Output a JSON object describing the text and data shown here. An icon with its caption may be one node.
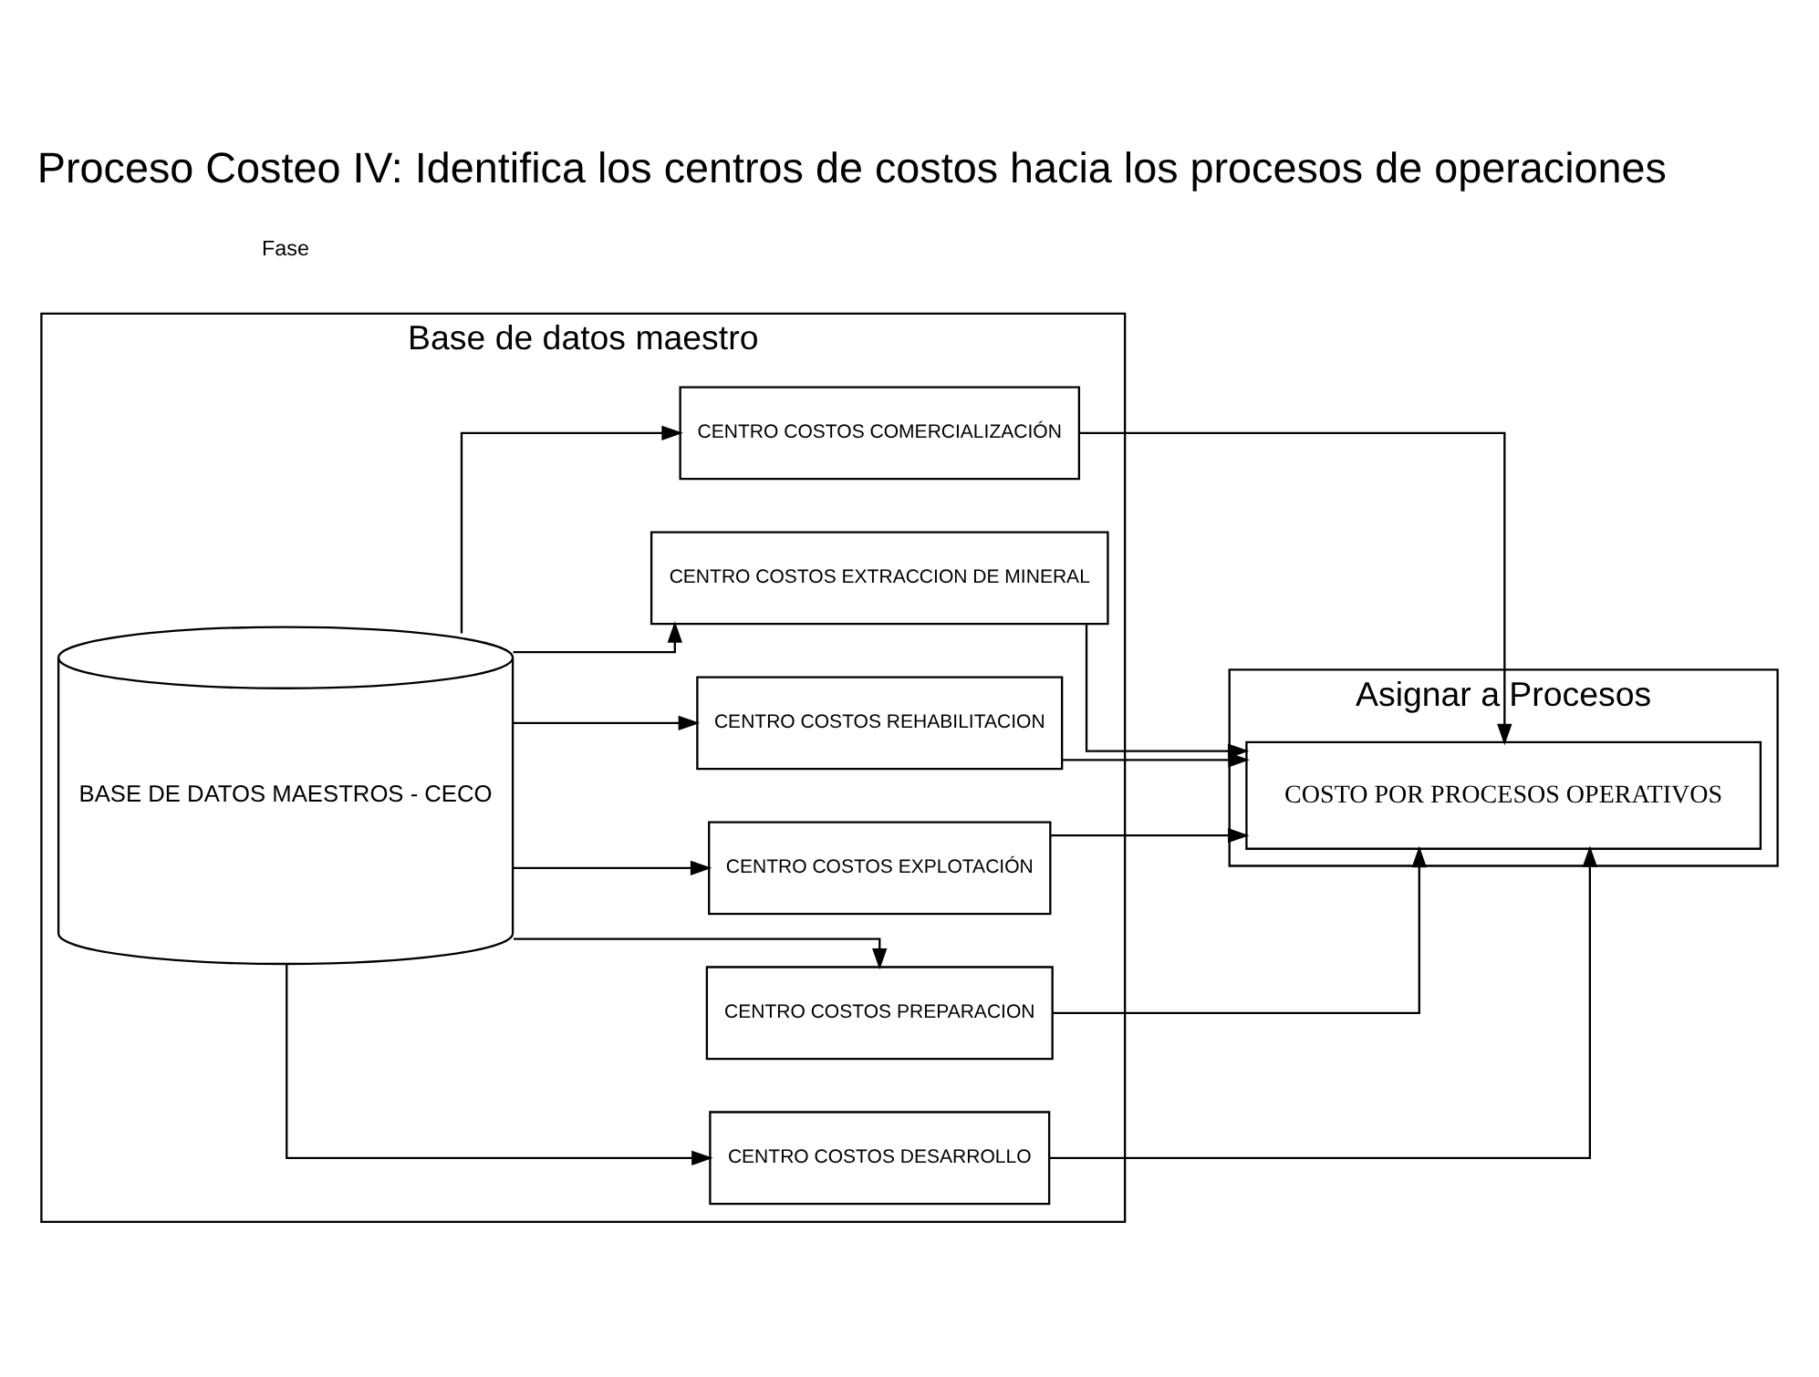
{
  "diagram": {
    "title": "Proceso Costeo IV: Identifica los centros de costos hacia los procesos de operaciones",
    "nodes": [
      {
        "text": [
          "Base de datos maestro"
        ]
      },
      {
        "text": [
          "Asignar a Procesos"
        ]
      },
      {
        "text": [
          "BASE DE DATOS MAESTROS - CECO"
        ],
        "in": 0
      },
      {
        "text": [
          "CENTRO COSTOS DESARROLLO"
        ],
        "in": 0
      },
      {
        "text": [
          "CENTRO COSTOS PREPARACION"
        ],
        "in": 0
      },
      {
        "text": [
          "CENTRO COSTOS EXPLOTACIÓN"
        ],
        "in": 0
      },
      {
        "text": [
          "CENTRO COSTOS REHABILITACION"
        ],
        "in": 0
      },
      {
        "text": [
          "CENTRO COSTOS EXTRACCION DE MINERAL"
        ],
        "in": 0
      },
      {
        "text": [
          "CENTRO COSTOS COMERCIALIZACIÓN"
        ],
        "in": 0
      },
      {
        "text": [
          "COSTO POR PROCESOS OPERATIVOS"
        ],
        "in": 1
      }
    ],
    "edges": [
      {
        "from": 2,
        "to": 3,
        "arrow": "to"
      },
      {
        "from": 2,
        "to": 4,
        "arrow": "to"
      },
      {
        "from": 2,
        "to": 5,
        "arrow": "to"
      },
      {
        "from": 2,
        "to": 6,
        "arrow": "to"
      },
      {
        "from": 2,
        "to": 7,
        "arrow": "to"
      },
      {
        "from": 2,
        "to": 8,
        "arrow": "to"
      },
      {
        "from": 3,
        "to": 9,
        "arrow": "to"
      },
      {
        "from": 4,
        "to": 9,
        "arrow": "to"
      },
      {
        "from": 5,
        "to": 9,
        "arrow": "to"
      },
      {
        "from": 6,
        "to": 9,
        "arrow": "to"
      },
      {
        "from": 7,
        "to": 9,
        "arrow": "to"
      },
      {
        "from": 8,
        "to": 9,
        "arrow": "to"
      }
    ],
    "labels": [
      "Fase"
    ]
  }
}
